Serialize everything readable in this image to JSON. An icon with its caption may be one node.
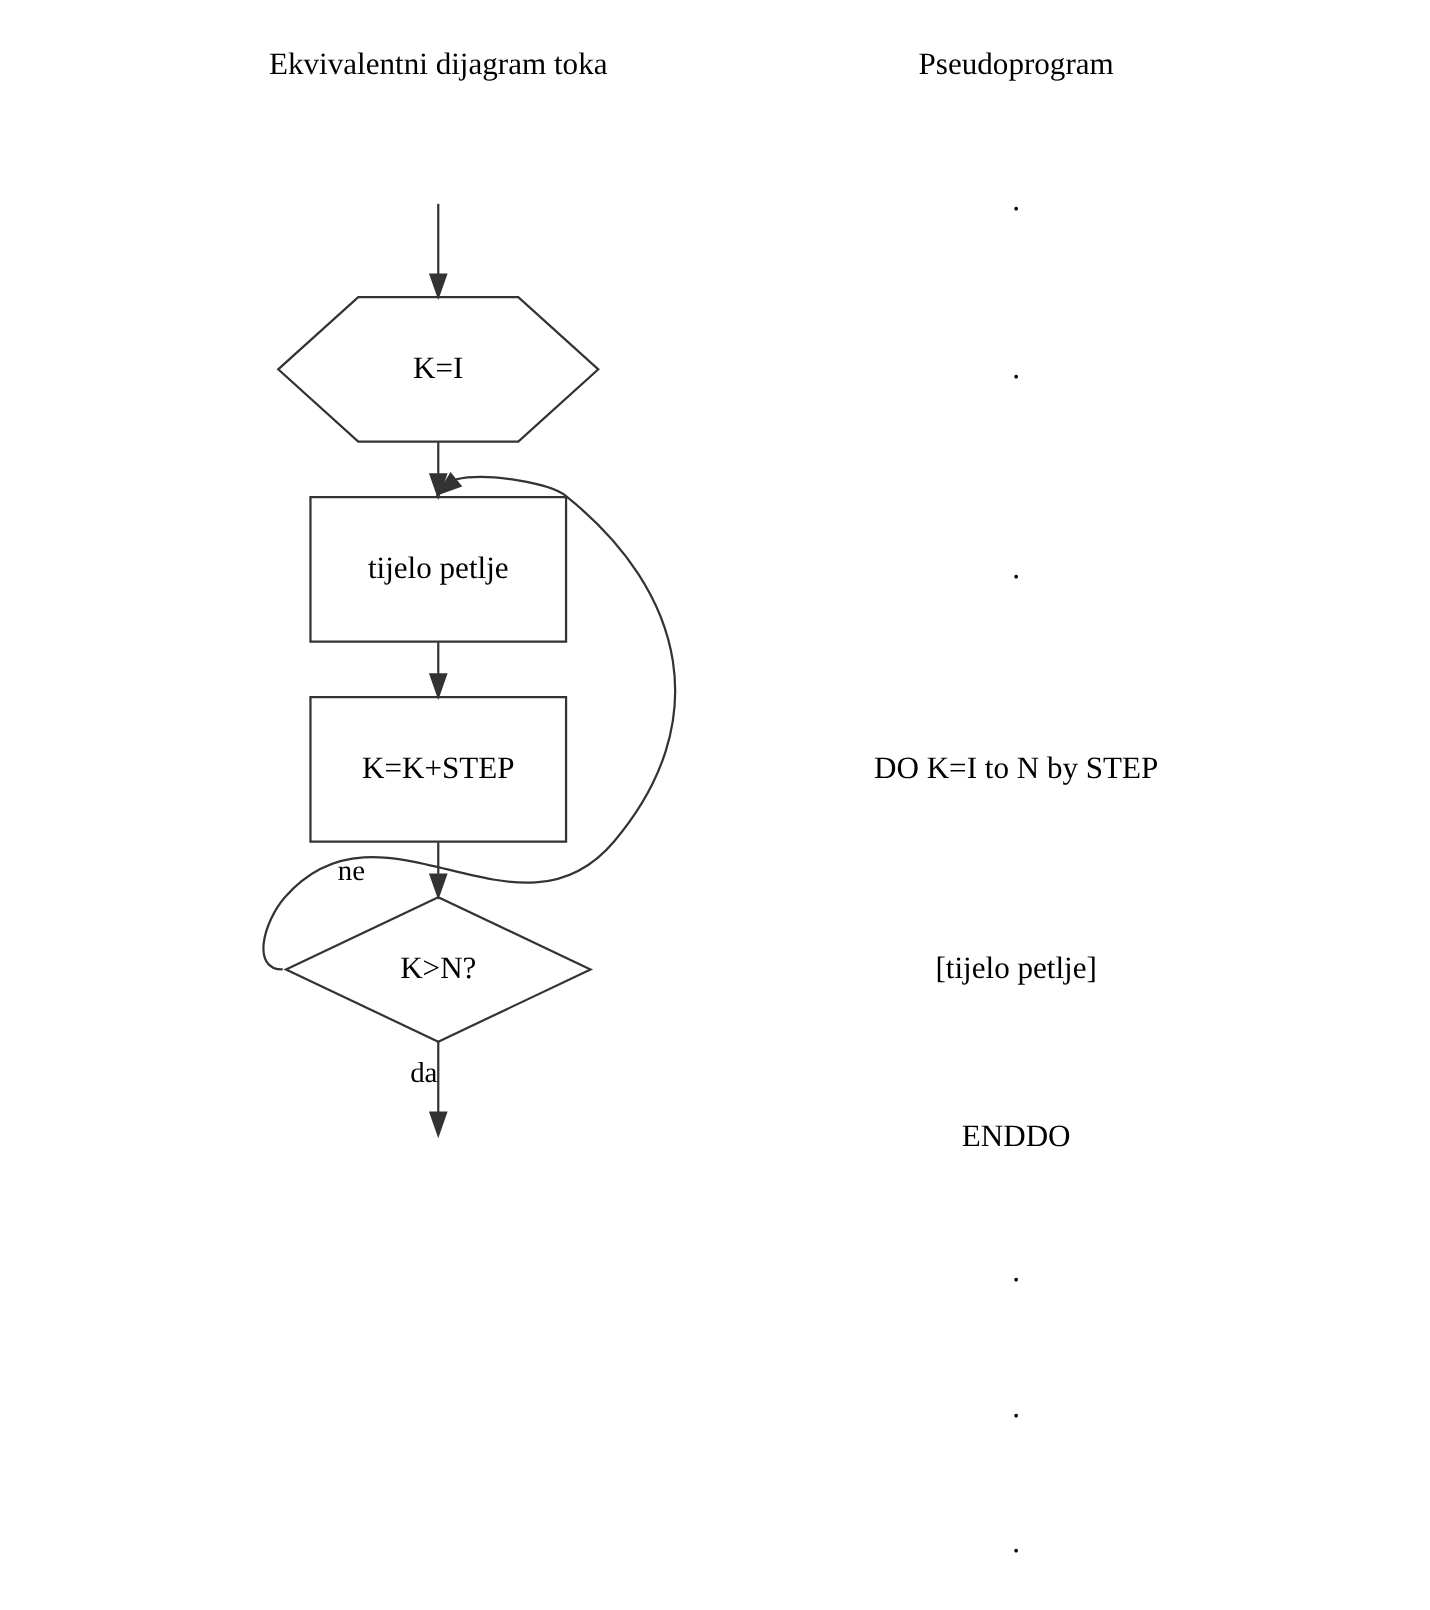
{
  "diagram": {
    "nodes": [
      {
        "text": [
          "K=I"
        ]
      },
      {
        "text": [
          "tijelo petlje"
        ]
      },
      {
        "text": [
          "K=K+STEP"
        ]
      },
      {
        "text": [
          "K>N?"
        ]
      }
    ],
    "edges": [
      {
        "from": null,
        "to": 0,
        "arrow": "to"
      },
      {
        "from": 0,
        "to": 1,
        "arrow": "to"
      },
      {
        "from": 1,
        "to": 2,
        "arrow": "to"
      },
      {
        "from": 2,
        "to": 3,
        "arrow": "to"
      },
      {
        "from": 3,
        "to": 1,
        "arrow": "to",
        "label": "ne"
      },
      {
        "from": 3,
        "to": null,
        "arrow": "to",
        "label": "da"
      }
    ],
    "labels": [
      "Pseudoprogram",
      "Ekvivalentni dijagram toka",
      ".",
      ".",
      ".",
      "DO K=I to N by STEP",
      "[tijelo petlje]",
      "ENDDO",
      ".",
      ".",
      "."
    ]
  }
}
